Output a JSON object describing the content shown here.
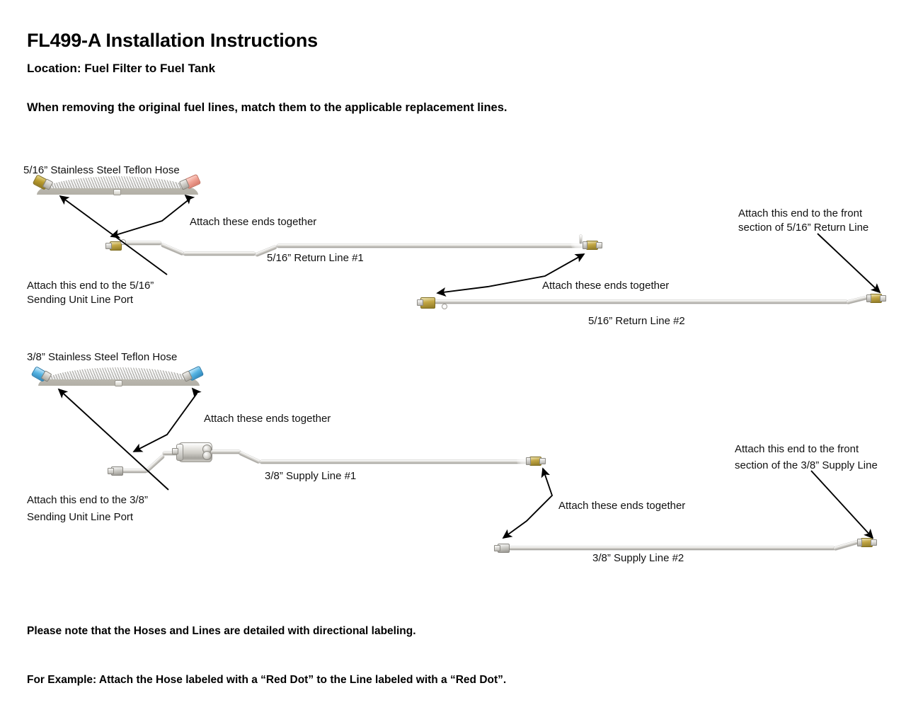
{
  "document": {
    "title": "FL499-A Installation Instructions",
    "location": "Location: Fuel Filter to Fuel Tank",
    "intro": "When removing the original fuel lines, match them to the applicable replacement lines.",
    "note_line1": "Please note that the Hoses and Lines are detailed with directional labeling.",
    "note_line2": "For Example: Attach the Hose labeled with a “Red Dot” to the Line labeled with a “Red Dot”."
  },
  "colors": {
    "brass": "#b99b2e",
    "red_dot": "#f0a294",
    "blue_dot": "#56b4e2",
    "steel": "#c6c4bf",
    "text": "#000000"
  },
  "section_516": {
    "hose_label": "5/16” Stainless Steel Teflon Hose",
    "hose_left_fitting_color": "brass",
    "hose_right_fitting_color": "red_dot",
    "attach_hose_to_line": "Attach these ends together",
    "sending_unit_note_line1": "Attach this end to the 5/16”",
    "sending_unit_note_line2": "Sending Unit Line Port",
    "line1_label": "5/16” Return Line #1",
    "line2_label": "5/16” Return Line #2",
    "attach_lines": "Attach these ends together",
    "front_section_note_line1": "Attach this end to the front",
    "front_section_note_line2": "section of 5/16” Return Line"
  },
  "section_38": {
    "hose_label": "3/8” Stainless Steel Teflon Hose",
    "hose_left_fitting_color": "blue_dot",
    "hose_right_fitting_color": "blue_dot",
    "attach_hose_to_line": "Attach these ends together",
    "sending_unit_note_line1": "Attach this end to the 3/8”",
    "sending_unit_note_line2": "Sending Unit Line Port",
    "line1_label": "3/8” Supply Line #1",
    "line2_label": "3/8” Supply Line #2",
    "attach_lines": "Attach these ends together",
    "front_section_note_line1": "Attach this end to the front",
    "front_section_note_line2": "section of the 3/8” Supply Line"
  }
}
